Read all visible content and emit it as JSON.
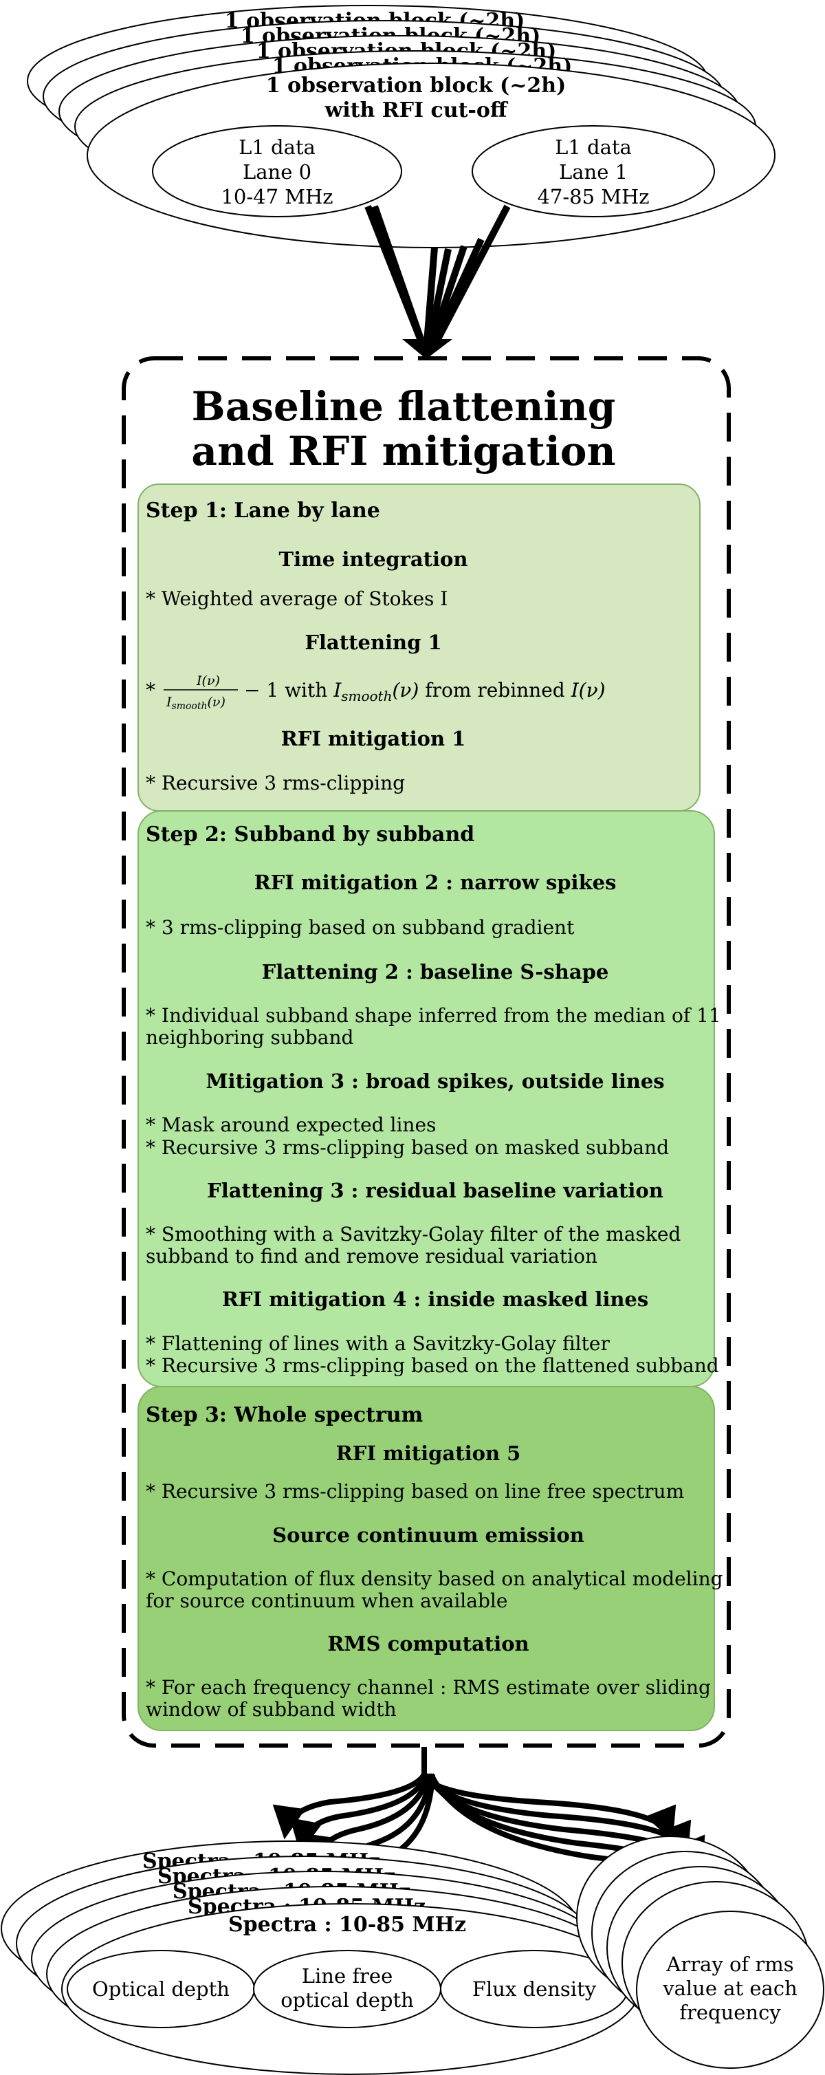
{
  "top": {
    "block_title": [
      "1 observation block (~2h)",
      "with RFI cut-off"
    ],
    "stack_label": "1 observation block (~2h)",
    "lane0": [
      "L1 data",
      "Lane 0",
      "10-47 MHz"
    ],
    "lane1": [
      "L1 data",
      "Lane 1",
      "47-85 MHz"
    ]
  },
  "main": {
    "title": [
      "Baseline flattening",
      "and RFI mitigation"
    ],
    "step1": {
      "title": "Step 1: Lane by lane",
      "items": [
        {
          "head": "Time integration",
          "lines": [
            "* Weighted average of Stokes I"
          ]
        },
        {
          "head": "Flattening 1",
          "formula": {
            "star": "*",
            "num": "I(ν)",
            "den": "I",
            "den_sub": "smooth",
            "den_tail": "(ν)",
            "minus": "− 1 with ",
            "var": "I",
            "var_sub": "smooth",
            "var_tail": "(ν)",
            "from": " from rebinned ",
            "end": "I(ν)"
          }
        },
        {
          "head": "RFI mitigation 1",
          "lines": [
            "* Recursive 3 rms-clipping"
          ]
        }
      ]
    },
    "step2": {
      "title": "Step 2: Subband by subband",
      "items": [
        {
          "head": "RFI mitigation 2 : narrow spikes",
          "lines": [
            "* 3 rms-clipping based on subband gradient"
          ]
        },
        {
          "head": "Flattening 2 : baseline S-shape",
          "lines": [
            "* Individual subband shape inferred from the median of 11",
            "neighboring subband"
          ]
        },
        {
          "head": "Mitigation 3 : broad spikes, outside lines",
          "lines": [
            "* Mask around expected lines",
            "* Recursive 3 rms-clipping based on masked subband"
          ]
        },
        {
          "head": "Flattening 3 : residual baseline variation",
          "lines": [
            "* Smoothing with a Savitzky-Golay filter of the masked",
            "subband to find and remove residual variation"
          ]
        },
        {
          "head": "RFI mitigation 4 : inside masked lines",
          "lines": [
            "* Flattening of lines with a Savitzky-Golay filter",
            "* Recursive 3 rms-clipping based on the flattened subband"
          ]
        }
      ]
    },
    "step3": {
      "title": "Step 3: Whole spectrum",
      "items": [
        {
          "head": "RFI mitigation 5",
          "lines": [
            "* Recursive 3 rms-clipping based on line free spectrum"
          ]
        },
        {
          "head": "Source continuum emission",
          "lines": [
            "* Computation of flux density based on analytical modeling",
            "for source continuum when available"
          ]
        },
        {
          "head": "RMS computation",
          "lines": [
            "* For each frequency channel : RMS estimate over sliding",
            "window of subband width"
          ]
        }
      ]
    }
  },
  "bottom": {
    "spectra_title": "Spectra : 10-85 MHz",
    "optical_depth": "Optical depth",
    "line_free": [
      "Line free",
      "optical depth"
    ],
    "flux_density": "Flux density",
    "rms_array": [
      "Array of rms",
      "value at each",
      "frequency"
    ]
  },
  "colors": {
    "step1_fill": "#d5e8c0",
    "step2_fill": "#b3e6a0",
    "step3_fill": "#97d077",
    "step_border": "#82b366"
  }
}
